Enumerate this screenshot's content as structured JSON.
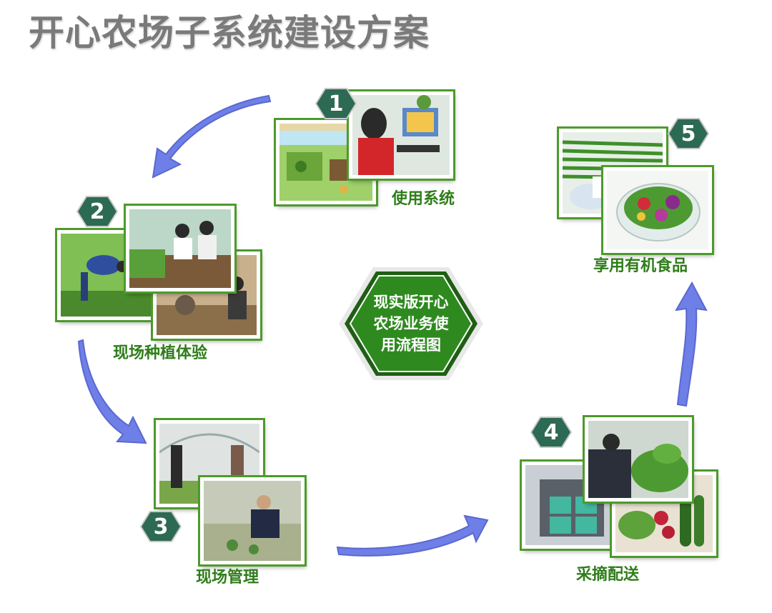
{
  "title": "开心农场子系统建设方案",
  "center": {
    "lines": [
      "现实版开心",
      "农场业务使",
      "用流程图"
    ],
    "fill": "#2e8a1f",
    "border": "#1f5e14"
  },
  "badge_color": "#2d6a53",
  "steps": [
    {
      "num": "1",
      "label": "使用系统"
    },
    {
      "num": "2",
      "label": "现场种植体验"
    },
    {
      "num": "3",
      "label": "现场管理"
    },
    {
      "num": "4",
      "label": "采摘配送"
    },
    {
      "num": "5",
      "label": "享用有机食品"
    }
  ],
  "arrow_color": "#6f7fe8",
  "frame_color": "#4d9a2b"
}
